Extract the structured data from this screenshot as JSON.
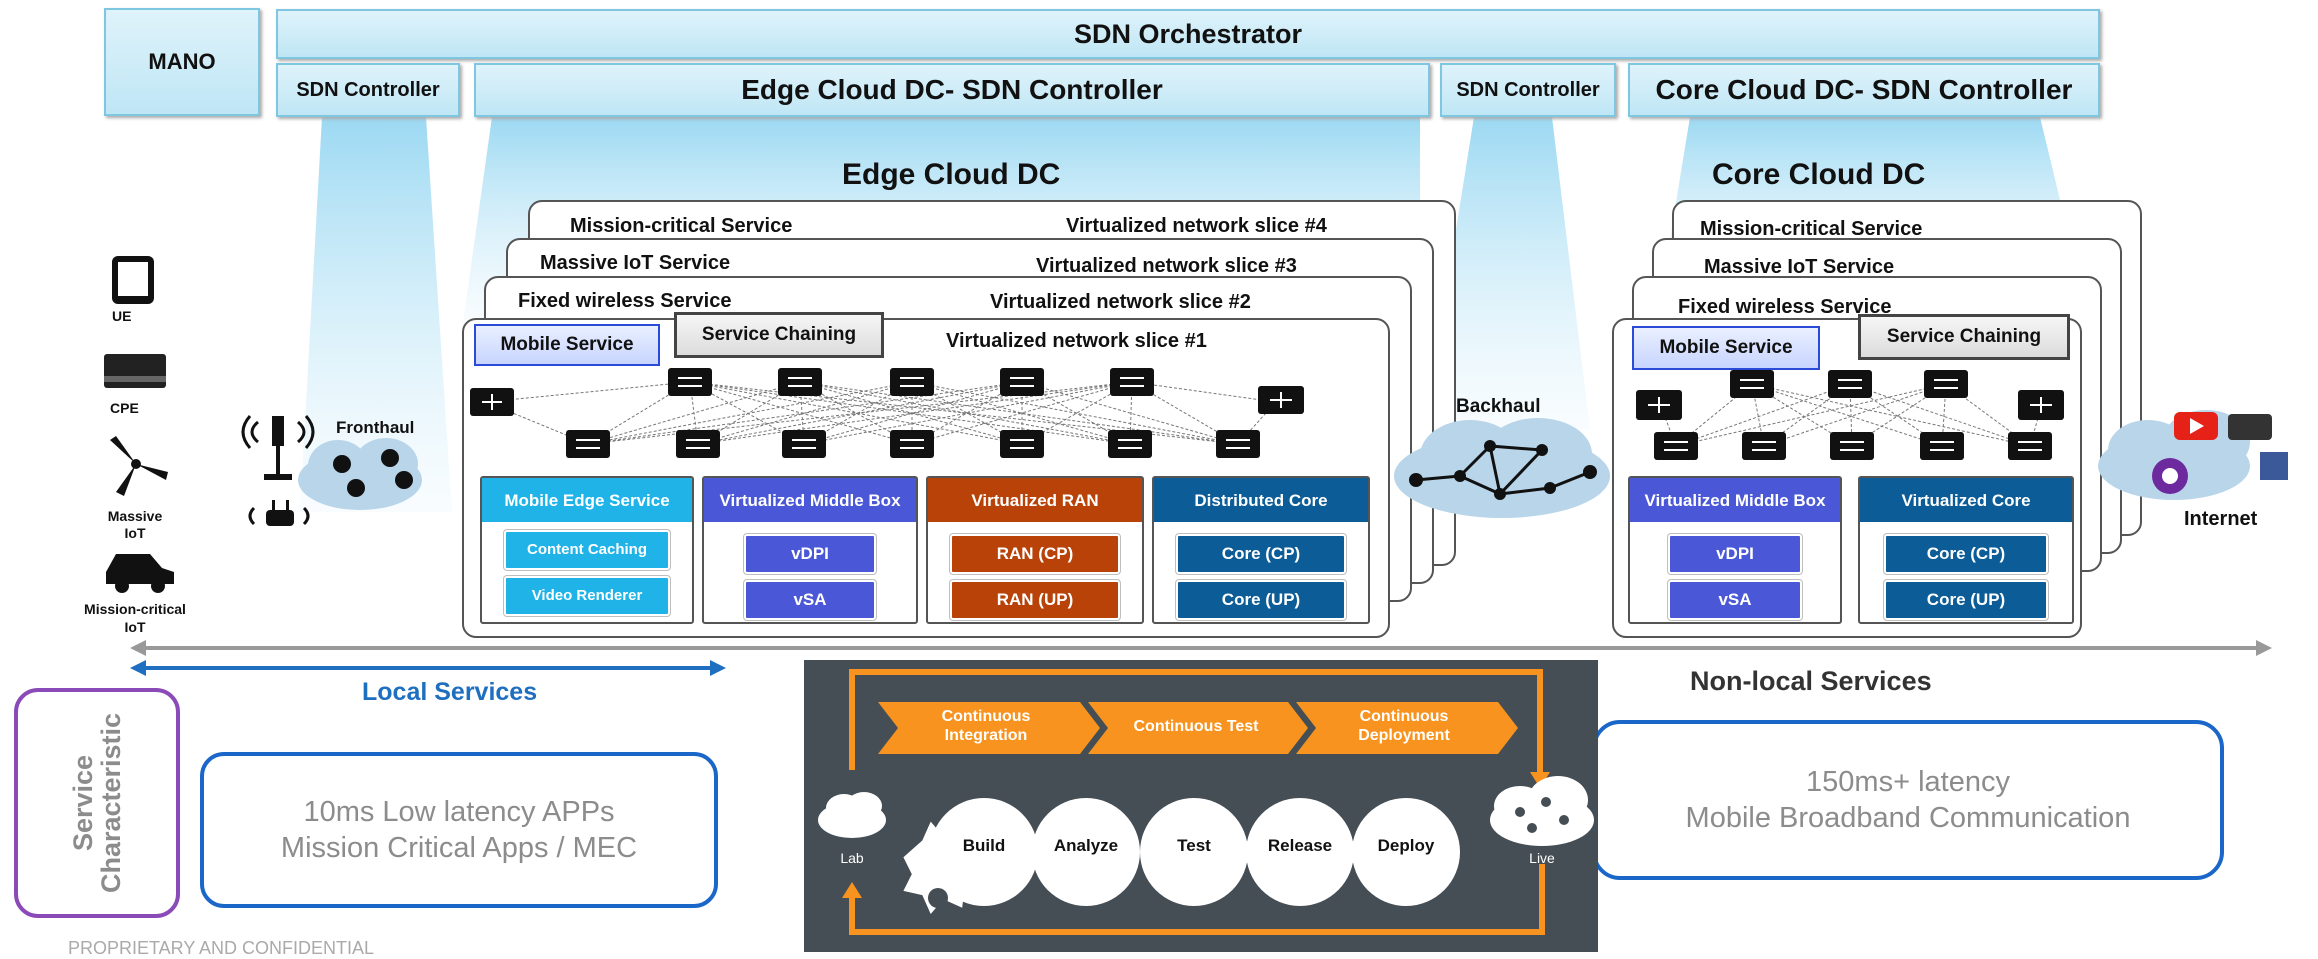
{
  "top": {
    "mano": "MANO",
    "orchestrator": "SDN Orchestrator",
    "sdn_controller_left": "SDN Controller",
    "edge_controller": "Edge Cloud DC- SDN Controller",
    "sdn_controller_mid": "SDN Controller",
    "core_controller": "Core Cloud DC- SDN Controller"
  },
  "edge": {
    "title": "Edge Cloud DC",
    "slices": [
      {
        "service": "Mission-critical Service",
        "slice": "Virtualized network slice #4"
      },
      {
        "service": "Massive IoT Service",
        "slice": "Virtualized network slice #3"
      },
      {
        "service": "Fixed wireless Service",
        "slice": "Virtualized network slice #2"
      }
    ],
    "front_slice": "Virtualized network slice #1",
    "mobile_service": "Mobile Service",
    "service_chaining": "Service Chaining",
    "groups": [
      {
        "title": "Mobile Edge Service",
        "color": "#1fb3e8",
        "items": [
          "Content Caching",
          "Video Renderer"
        ]
      },
      {
        "title": "Virtualized Middle Box",
        "color": "#4a57d6",
        "items": [
          "vDPI",
          "vSA"
        ]
      },
      {
        "title": "Virtualized RAN",
        "color": "#b84207",
        "items": [
          "RAN (CP)",
          "RAN (UP)"
        ]
      },
      {
        "title": "Distributed Core",
        "color": "#0b5c97",
        "items": [
          "Core (CP)",
          "Core (UP)"
        ]
      }
    ]
  },
  "core": {
    "title": "Core Cloud DC",
    "slices": [
      {
        "service": "Mission-critical Service"
      },
      {
        "service": "Massive IoT Service"
      },
      {
        "service": "Fixed wireless Service"
      }
    ],
    "mobile_service": "Mobile Service",
    "service_chaining": "Service Chaining",
    "groups": [
      {
        "title": "Virtualized Middle Box",
        "color": "#4a57d6",
        "items": [
          "vDPI",
          "vSA"
        ]
      },
      {
        "title": "Virtualized Core",
        "color": "#0b5c97",
        "items": [
          "Core (CP)",
          "Core (UP)"
        ]
      }
    ]
  },
  "devices": {
    "ue": "UE",
    "cpe": "CPE",
    "massive_iot": "Massive IoT",
    "mission_critical_iot": "Mission-critical IoT"
  },
  "network": {
    "fronthaul": "Fronthaul",
    "backhaul": "Backhaul",
    "internet": "Internet"
  },
  "bottom": {
    "local_services": "Local Services",
    "non_local_services": "Non-local Services",
    "service_characteristic": "Service Characteristic",
    "local_line1": "10ms Low latency APPs",
    "local_line2": "Mission Critical Apps / MEC",
    "nonlocal_line1": "150ms+ latency",
    "nonlocal_line2": "Mobile Broadband Communication",
    "footer": "PROPRIETARY AND CONFIDENTIAL"
  },
  "devops": {
    "pipeline": [
      "Continuous Integration",
      "Continuous Test",
      "Continuous Deployment"
    ],
    "gears": [
      "Build",
      "Analyze",
      "Test",
      "Release",
      "Deploy"
    ],
    "lab": "Lab",
    "live": "Live"
  },
  "colors": {
    "cyan_box": "#bfe6f5",
    "arrow_blue": "#1f6fc0",
    "devops_bg": "#454e55",
    "devops_orange": "#f7931e",
    "purple_border": "#8a4bb8",
    "blue_border": "#1a67c9"
  }
}
